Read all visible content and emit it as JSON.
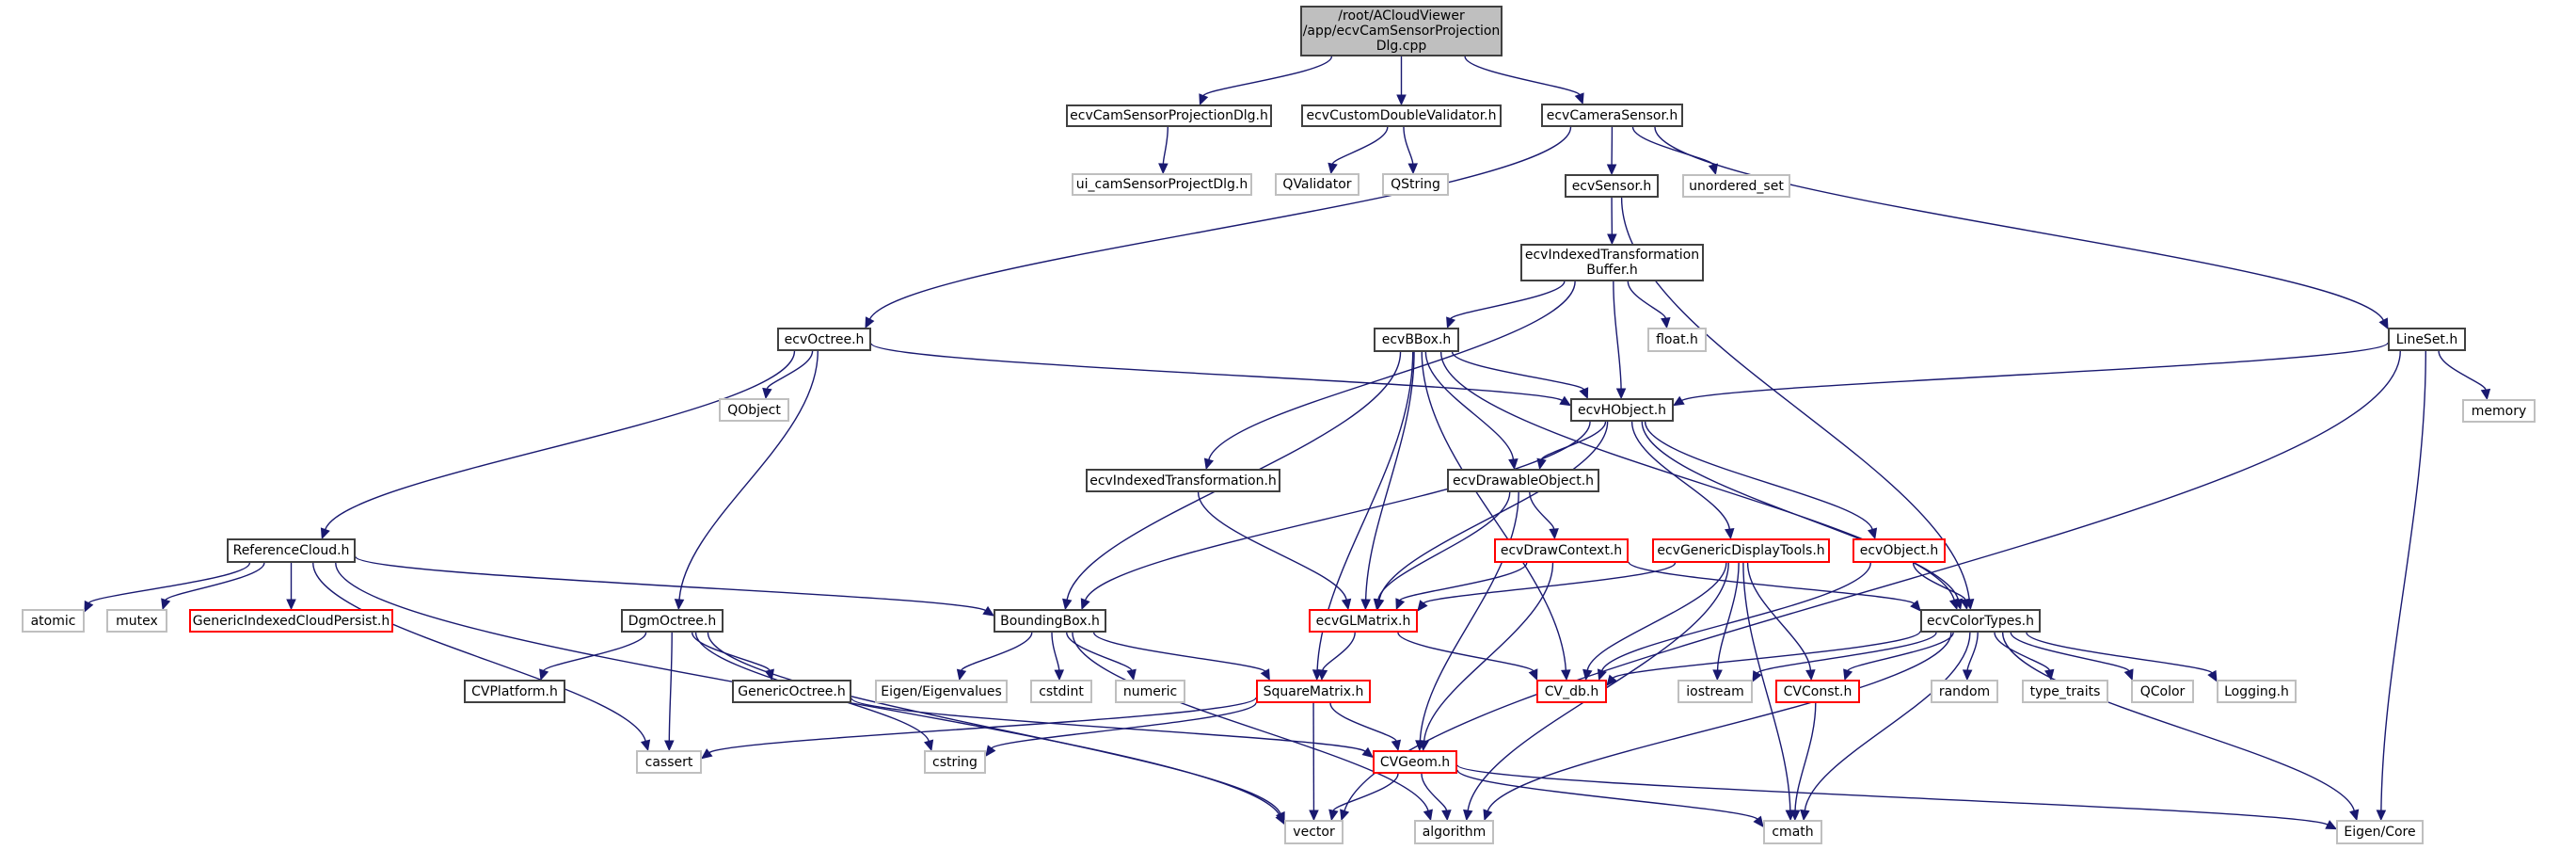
{
  "graph": {
    "title": "/root/ACloudViewer/app/ecvCamSensorProjectionDlg.cpp include dependency graph",
    "colors": {
      "edge": "#191970",
      "documented_border": "#404040",
      "external_border": "#bfbfbf",
      "truncated_border": "#ff0000",
      "root_fill": "#bfbfbf"
    },
    "nodes": [
      {
        "id": "root",
        "label": "/root/ACloudViewer\n/app/ecvCamSensorProjection\nDlg.cpp",
        "kind": "root"
      },
      {
        "id": "camdlg",
        "label": "ecvCamSensorProjectionDlg.h",
        "kind": "documented"
      },
      {
        "id": "customval",
        "label": "ecvCustomDoubleValidator.h",
        "kind": "documented"
      },
      {
        "id": "camsensor",
        "label": "ecvCameraSensor.h",
        "kind": "documented"
      },
      {
        "id": "uicam",
        "label": "ui_camSensorProjectDlg.h",
        "kind": "external"
      },
      {
        "id": "qvalidator",
        "label": "QValidator",
        "kind": "external"
      },
      {
        "id": "qstring",
        "label": "QString",
        "kind": "external"
      },
      {
        "id": "sensor",
        "label": "ecvSensor.h",
        "kind": "documented"
      },
      {
        "id": "unorderedset",
        "label": "unordered_set",
        "kind": "external"
      },
      {
        "id": "itbuffer",
        "label": "ecvIndexedTransformation\nBuffer.h",
        "kind": "documented"
      },
      {
        "id": "floath",
        "label": "float.h",
        "kind": "external"
      },
      {
        "id": "octree",
        "label": "ecvOctree.h",
        "kind": "documented"
      },
      {
        "id": "bbox",
        "label": "ecvBBox.h",
        "kind": "documented"
      },
      {
        "id": "lineset",
        "label": "LineSet.h",
        "kind": "documented"
      },
      {
        "id": "qobject",
        "label": "QObject",
        "kind": "external"
      },
      {
        "id": "hobject",
        "label": "ecvHObject.h",
        "kind": "documented"
      },
      {
        "id": "memory",
        "label": "memory",
        "kind": "external"
      },
      {
        "id": "itrans",
        "label": "ecvIndexedTransformation.h",
        "kind": "documented"
      },
      {
        "id": "drawable",
        "label": "ecvDrawableObject.h",
        "kind": "documented"
      },
      {
        "id": "refcloud",
        "label": "ReferenceCloud.h",
        "kind": "documented"
      },
      {
        "id": "drawctx",
        "label": "ecvDrawContext.h",
        "kind": "truncated"
      },
      {
        "id": "gendisp",
        "label": "ecvGenericDisplayTools.h",
        "kind": "truncated"
      },
      {
        "id": "object",
        "label": "ecvObject.h",
        "kind": "truncated"
      },
      {
        "id": "atomic",
        "label": "atomic",
        "kind": "external"
      },
      {
        "id": "mutex",
        "label": "mutex",
        "kind": "external"
      },
      {
        "id": "gicp",
        "label": "GenericIndexedCloudPersist.h",
        "kind": "truncated"
      },
      {
        "id": "dgmoctree",
        "label": "DgmOctree.h",
        "kind": "documented"
      },
      {
        "id": "boundingbox",
        "label": "BoundingBox.h",
        "kind": "documented"
      },
      {
        "id": "glmatrix",
        "label": "ecvGLMatrix.h",
        "kind": "truncated"
      },
      {
        "id": "colortypes",
        "label": "ecvColorTypes.h",
        "kind": "documented"
      },
      {
        "id": "cvplatform",
        "label": "CVPlatform.h",
        "kind": "documented"
      },
      {
        "id": "genoctree",
        "label": "GenericOctree.h",
        "kind": "documented"
      },
      {
        "id": "eigenvalues",
        "label": "Eigen/Eigenvalues",
        "kind": "external"
      },
      {
        "id": "cstdint",
        "label": "cstdint",
        "kind": "external"
      },
      {
        "id": "numeric",
        "label": "numeric",
        "kind": "external"
      },
      {
        "id": "squarematrix",
        "label": "SquareMatrix.h",
        "kind": "truncated"
      },
      {
        "id": "cvdb",
        "label": "CV_db.h",
        "kind": "truncated"
      },
      {
        "id": "iostream",
        "label": "iostream",
        "kind": "external"
      },
      {
        "id": "cvconst",
        "label": "CVConst.h",
        "kind": "truncated"
      },
      {
        "id": "random",
        "label": "random",
        "kind": "external"
      },
      {
        "id": "typetraits",
        "label": "type_traits",
        "kind": "external"
      },
      {
        "id": "qcolor",
        "label": "QColor",
        "kind": "external"
      },
      {
        "id": "logging",
        "label": "Logging.h",
        "kind": "external"
      },
      {
        "id": "cassert",
        "label": "cassert",
        "kind": "external"
      },
      {
        "id": "cstring",
        "label": "cstring",
        "kind": "external"
      },
      {
        "id": "cvgeom",
        "label": "CVGeom.h",
        "kind": "truncated"
      },
      {
        "id": "vector",
        "label": "vector",
        "kind": "external"
      },
      {
        "id": "algorithm",
        "label": "algorithm",
        "kind": "external"
      },
      {
        "id": "cmath",
        "label": "cmath",
        "kind": "external"
      },
      {
        "id": "eigencore",
        "label": "Eigen/Core",
        "kind": "external"
      }
    ],
    "edges": [
      [
        "root",
        "camdlg"
      ],
      [
        "root",
        "customval"
      ],
      [
        "root",
        "camsensor"
      ],
      [
        "camdlg",
        "uicam"
      ],
      [
        "customval",
        "qvalidator"
      ],
      [
        "customval",
        "qstring"
      ],
      [
        "camsensor",
        "octree"
      ],
      [
        "camsensor",
        "sensor"
      ],
      [
        "camsensor",
        "unorderedset"
      ],
      [
        "camsensor",
        "lineset"
      ],
      [
        "sensor",
        "itbuffer"
      ],
      [
        "sensor",
        "colortypes"
      ],
      [
        "itbuffer",
        "bbox"
      ],
      [
        "itbuffer",
        "itrans"
      ],
      [
        "itbuffer",
        "hobject"
      ],
      [
        "itbuffer",
        "floath"
      ],
      [
        "octree",
        "refcloud"
      ],
      [
        "octree",
        "qobject"
      ],
      [
        "octree",
        "dgmoctree"
      ],
      [
        "octree",
        "hobject"
      ],
      [
        "bbox",
        "hobject"
      ],
      [
        "bbox",
        "drawable"
      ],
      [
        "bbox",
        "glmatrix"
      ],
      [
        "bbox",
        "boundingbox"
      ],
      [
        "bbox",
        "squarematrix"
      ],
      [
        "bbox",
        "cvdb"
      ],
      [
        "bbox",
        "colortypes"
      ],
      [
        "lineset",
        "hobject"
      ],
      [
        "lineset",
        "memory"
      ],
      [
        "lineset",
        "eigencore"
      ],
      [
        "lineset",
        "vector"
      ],
      [
        "hobject",
        "drawable"
      ],
      [
        "hobject",
        "boundingbox"
      ],
      [
        "hobject",
        "glmatrix"
      ],
      [
        "hobject",
        "gendisp"
      ],
      [
        "hobject",
        "object"
      ],
      [
        "hobject",
        "colortypes"
      ],
      [
        "itrans",
        "glmatrix"
      ],
      [
        "drawable",
        "drawctx"
      ],
      [
        "drawable",
        "glmatrix"
      ],
      [
        "drawable",
        "cvgeom"
      ],
      [
        "drawctx",
        "glmatrix"
      ],
      [
        "drawctx",
        "colortypes"
      ],
      [
        "drawctx",
        "cvgeom"
      ],
      [
        "gendisp",
        "glmatrix"
      ],
      [
        "gendisp",
        "cvdb"
      ],
      [
        "gendisp",
        "iostream"
      ],
      [
        "gendisp",
        "cvconst"
      ],
      [
        "gendisp",
        "algorithm"
      ],
      [
        "gendisp",
        "cmath"
      ],
      [
        "object",
        "cvdb"
      ],
      [
        "object",
        "colortypes"
      ],
      [
        "refcloud",
        "atomic"
      ],
      [
        "refcloud",
        "mutex"
      ],
      [
        "refcloud",
        "gicp"
      ],
      [
        "refcloud",
        "boundingbox"
      ],
      [
        "refcloud",
        "cassert"
      ],
      [
        "refcloud",
        "vector"
      ],
      [
        "dgmoctree",
        "cvplatform"
      ],
      [
        "dgmoctree",
        "genoctree"
      ],
      [
        "dgmoctree",
        "cassert"
      ],
      [
        "dgmoctree",
        "cstring"
      ],
      [
        "dgmoctree",
        "vector"
      ],
      [
        "boundingbox",
        "eigenvalues"
      ],
      [
        "boundingbox",
        "cstdint"
      ],
      [
        "boundingbox",
        "numeric"
      ],
      [
        "boundingbox",
        "squarematrix"
      ],
      [
        "boundingbox",
        "algorithm"
      ],
      [
        "glmatrix",
        "squarematrix"
      ],
      [
        "glmatrix",
        "cvdb"
      ],
      [
        "colortypes",
        "cvdb"
      ],
      [
        "colortypes",
        "iostream"
      ],
      [
        "colortypes",
        "cvconst"
      ],
      [
        "colortypes",
        "random"
      ],
      [
        "colortypes",
        "typetraits"
      ],
      [
        "colortypes",
        "qcolor"
      ],
      [
        "colortypes",
        "logging"
      ],
      [
        "colortypes",
        "algorithm"
      ],
      [
        "colortypes",
        "cmath"
      ],
      [
        "colortypes",
        "eigencore"
      ],
      [
        "genoctree",
        "cvgeom"
      ],
      [
        "squarematrix",
        "cassert"
      ],
      [
        "squarematrix",
        "cstring"
      ],
      [
        "squarematrix",
        "cvgeom"
      ],
      [
        "squarematrix",
        "vector"
      ],
      [
        "cvconst",
        "cmath"
      ],
      [
        "cvgeom",
        "vector"
      ],
      [
        "cvgeom",
        "algorithm"
      ],
      [
        "cvgeom",
        "cmath"
      ],
      [
        "cvgeom",
        "eigencore"
      ]
    ]
  }
}
